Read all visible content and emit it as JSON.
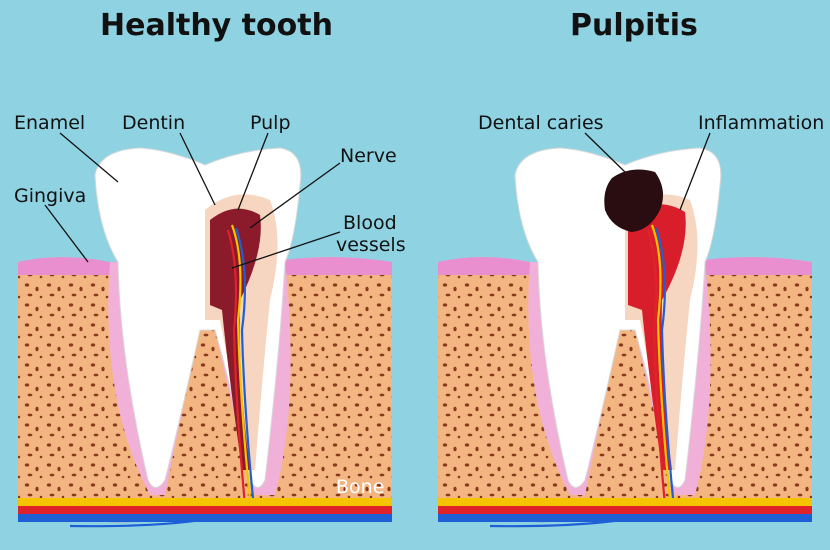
{
  "titles": {
    "left": "Healthy tooth",
    "right": "Pulpitis"
  },
  "labels": {
    "enamel": "Enamel",
    "dentin": "Dentin",
    "pulp": "Pulp",
    "nerve": "Nerve",
    "blood_vessels_line1": "Blood",
    "blood_vessels_line2": "vessels",
    "gingiva": "Gingiva",
    "bone": "Bone",
    "dental_caries": "Dental caries",
    "inflammation": "Inflammation"
  },
  "colors": {
    "background": "#8fd3e3",
    "bone": "#f3b683",
    "gingiva": "#e98fd0",
    "enamel": "#ffffff",
    "dentin": "#f6d6c0",
    "pulp": "#8b1a2a",
    "inflamed_pulp": "#d81e2b",
    "caries": "#2a0d10",
    "nerve": "#f5c400",
    "artery": "#e0232a",
    "vein": "#1f5fd6"
  }
}
